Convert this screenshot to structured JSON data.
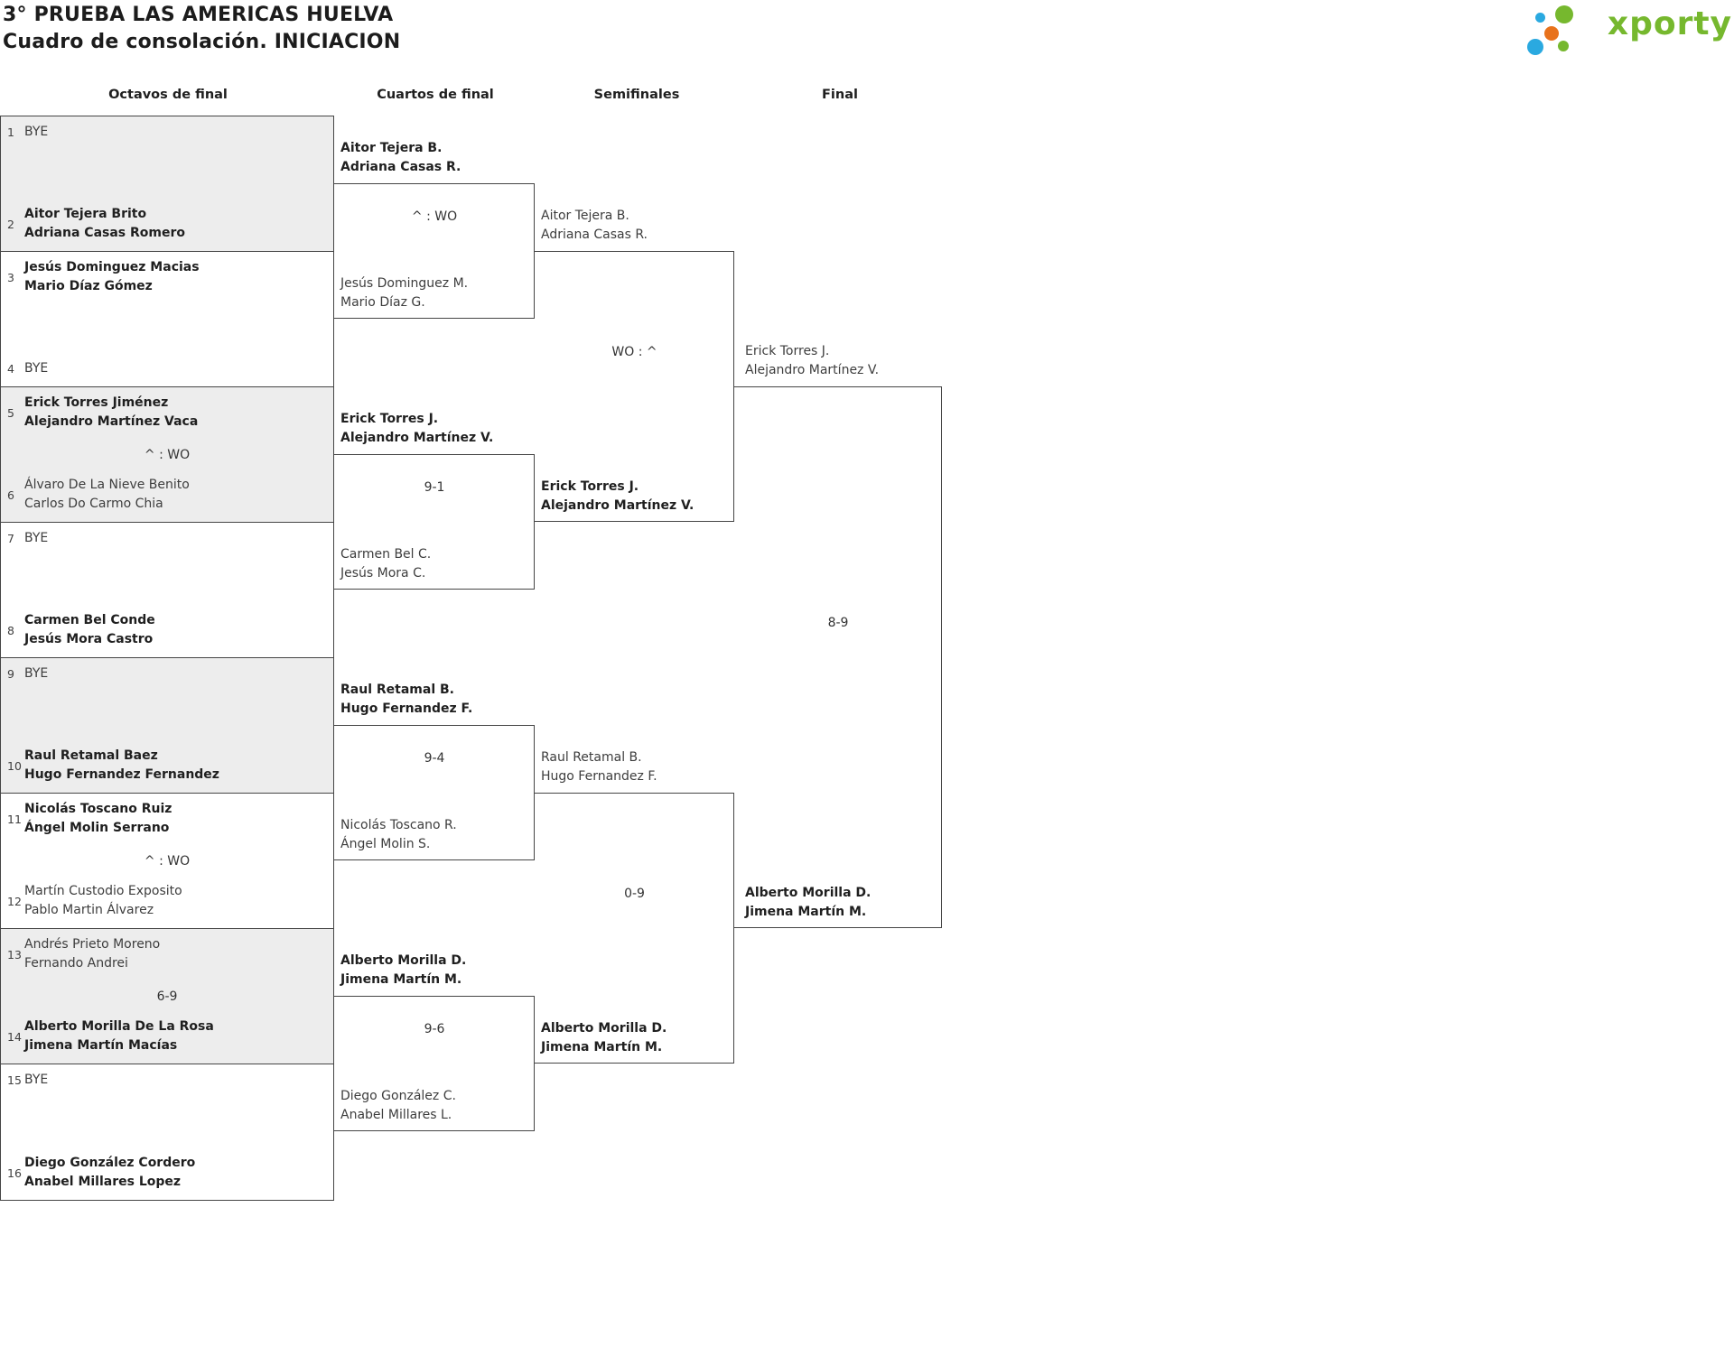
{
  "header": {
    "title": "3° PRUEBA LAS AMERICAS HUELVA",
    "subtitle": "Cuadro de consolación. INICIACION",
    "logo_text": "xporty",
    "brand_colors": {
      "green": "#76b82e",
      "blue": "#2aa9e0",
      "orange": "#e8721c"
    }
  },
  "columns": [
    "Octavos de final",
    "Cuartos de final",
    "Semifinales",
    "Final"
  ],
  "rounds": {
    "octavos": {
      "matches": [
        {
          "score": "",
          "teams": [
            {
              "seed": "1",
              "names": [
                "BYE"
              ],
              "bye": true,
              "winner": false
            },
            {
              "seed": "2",
              "names": [
                "Aitor Tejera Brito",
                "Adriana Casas Romero"
              ],
              "winner": true
            }
          ]
        },
        {
          "score": "",
          "teams": [
            {
              "seed": "3",
              "names": [
                "Jesús Dominguez Macias",
                "Mario Díaz Gómez"
              ],
              "winner": true
            },
            {
              "seed": "4",
              "names": [
                "BYE"
              ],
              "bye": true,
              "winner": false
            }
          ]
        },
        {
          "score": "^ : WO",
          "teams": [
            {
              "seed": "5",
              "names": [
                "Erick Torres Jiménez",
                "Alejandro Martínez Vaca"
              ],
              "winner": true
            },
            {
              "seed": "6",
              "names": [
                "Álvaro De La Nieve Benito",
                "Carlos Do Carmo Chia"
              ],
              "winner": false
            }
          ]
        },
        {
          "score": "",
          "teams": [
            {
              "seed": "7",
              "names": [
                "BYE"
              ],
              "bye": true,
              "winner": false
            },
            {
              "seed": "8",
              "names": [
                "Carmen Bel Conde",
                "Jesús Mora Castro"
              ],
              "winner": true
            }
          ]
        },
        {
          "score": "",
          "teams": [
            {
              "seed": "9",
              "names": [
                "BYE"
              ],
              "bye": true,
              "winner": false
            },
            {
              "seed": "10",
              "names": [
                "Raul Retamal Baez",
                "Hugo Fernandez Fernandez"
              ],
              "winner": true
            }
          ]
        },
        {
          "score": "^ : WO",
          "teams": [
            {
              "seed": "11",
              "names": [
                "Nicolás Toscano Ruiz",
                "Ángel Molin Serrano"
              ],
              "winner": true
            },
            {
              "seed": "12",
              "names": [
                "Martín Custodio Exposito",
                "Pablo Martin Álvarez"
              ],
              "winner": false
            }
          ]
        },
        {
          "score": "6-9",
          "teams": [
            {
              "seed": "13",
              "names": [
                "Andrés Prieto Moreno",
                "Fernando Andrei"
              ],
              "winner": false
            },
            {
              "seed": "14",
              "names": [
                "Alberto Morilla De La Rosa",
                "Jimena Martín Macías"
              ],
              "winner": true
            }
          ]
        },
        {
          "score": "",
          "teams": [
            {
              "seed": "15",
              "names": [
                "BYE"
              ],
              "bye": true,
              "winner": false
            },
            {
              "seed": "16",
              "names": [
                "Diego González Cordero",
                "Anabel Millares Lopez"
              ],
              "winner": true
            }
          ]
        }
      ]
    },
    "cuartos": {
      "matches": [
        {
          "score": "^ : WO",
          "teams": [
            {
              "names": [
                "Aitor Tejera B.",
                "Adriana Casas R."
              ],
              "winner": true
            },
            {
              "names": [
                "Jesús Dominguez M.",
                "Mario Díaz G."
              ],
              "winner": false
            }
          ]
        },
        {
          "score": "9-1",
          "teams": [
            {
              "names": [
                "Erick Torres J.",
                "Alejandro Martínez V."
              ],
              "winner": true
            },
            {
              "names": [
                "Carmen Bel C.",
                "Jesús Mora C."
              ],
              "winner": false
            }
          ]
        },
        {
          "score": "9-4",
          "teams": [
            {
              "names": [
                "Raul Retamal B.",
                "Hugo Fernandez F."
              ],
              "winner": true
            },
            {
              "names": [
                "Nicolás Toscano R.",
                "Ángel Molin S."
              ],
              "winner": false
            }
          ]
        },
        {
          "score": "9-6",
          "teams": [
            {
              "names": [
                "Alberto Morilla D.",
                "Jimena Martín M."
              ],
              "winner": true
            },
            {
              "names": [
                "Diego González C.",
                "Anabel Millares L."
              ],
              "winner": false
            }
          ]
        }
      ]
    },
    "semifinales": {
      "matches": [
        {
          "score": "WO : ^",
          "teams": [
            {
              "names": [
                "Aitor Tejera B.",
                "Adriana Casas R."
              ],
              "winner": false
            },
            {
              "names": [
                "Erick Torres J.",
                "Alejandro Martínez V."
              ],
              "winner": true
            }
          ]
        },
        {
          "score": "0-9",
          "teams": [
            {
              "names": [
                "Raul Retamal B.",
                "Hugo Fernandez F."
              ],
              "winner": false
            },
            {
              "names": [
                "Alberto Morilla D.",
                "Jimena Martín M."
              ],
              "winner": true
            }
          ]
        }
      ]
    },
    "final": {
      "matches": [
        {
          "score": "8-9",
          "teams": [
            {
              "names": [
                "Erick Torres J.",
                "Alejandro Martínez V."
              ],
              "winner": false
            },
            {
              "names": [
                "Alberto Morilla D.",
                "Jimena Martín M."
              ],
              "winner": true
            }
          ]
        }
      ]
    }
  }
}
